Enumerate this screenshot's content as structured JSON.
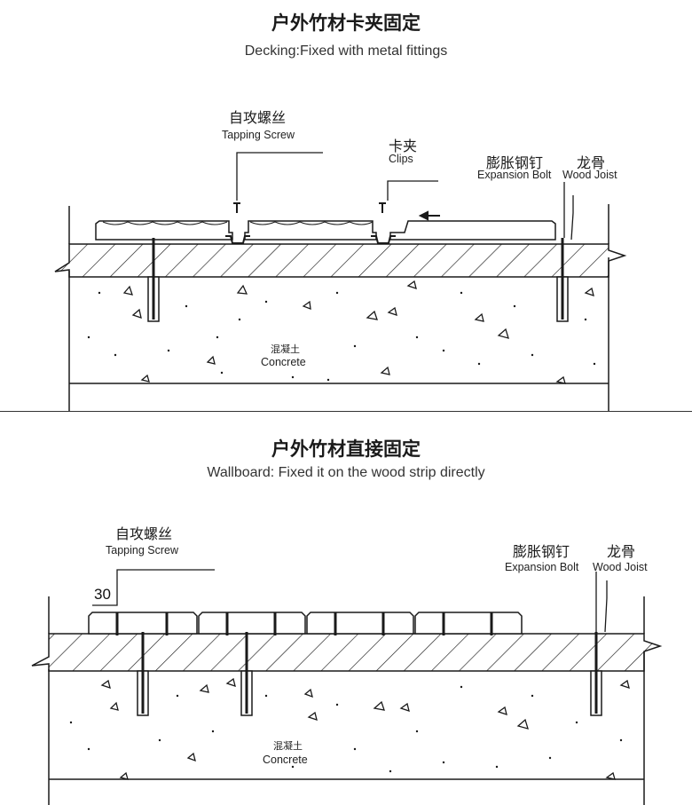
{
  "top": {
    "title_cn": "户外竹材卡夹固定",
    "title_en": "Decking:Fixed with metal fittings",
    "labels": {
      "tapping_screw_cn": "自攻螺丝",
      "tapping_screw_en": "Tapping Screw",
      "clips_cn": "卡夹",
      "clips_en": "Clips",
      "expansion_bolt_cn": "膨胀钢钉",
      "expansion_bolt_en": "Expansion Bolt",
      "wood_joist_cn": "龙骨",
      "wood_joist_en": "Wood Joist",
      "concrete_cn": "混凝土",
      "concrete_en": "Concrete"
    }
  },
  "bottom": {
    "title_cn": "户外竹材直接固定",
    "title_en": "Wallboard: Fixed it on the wood strip directly",
    "dimension": "30",
    "labels": {
      "tapping_screw_cn": "自攻螺丝",
      "tapping_screw_en": "Tapping Screw",
      "expansion_bolt_cn": "膨胀钢钉",
      "expansion_bolt_en": "Expansion Bolt",
      "wood_joist_cn": "龙骨",
      "wood_joist_en": "Wood Joist",
      "concrete_cn": "混凝土",
      "concrete_en": "Concrete"
    }
  },
  "colors": {
    "line": "#1a1a1a",
    "background": "#ffffff"
  }
}
